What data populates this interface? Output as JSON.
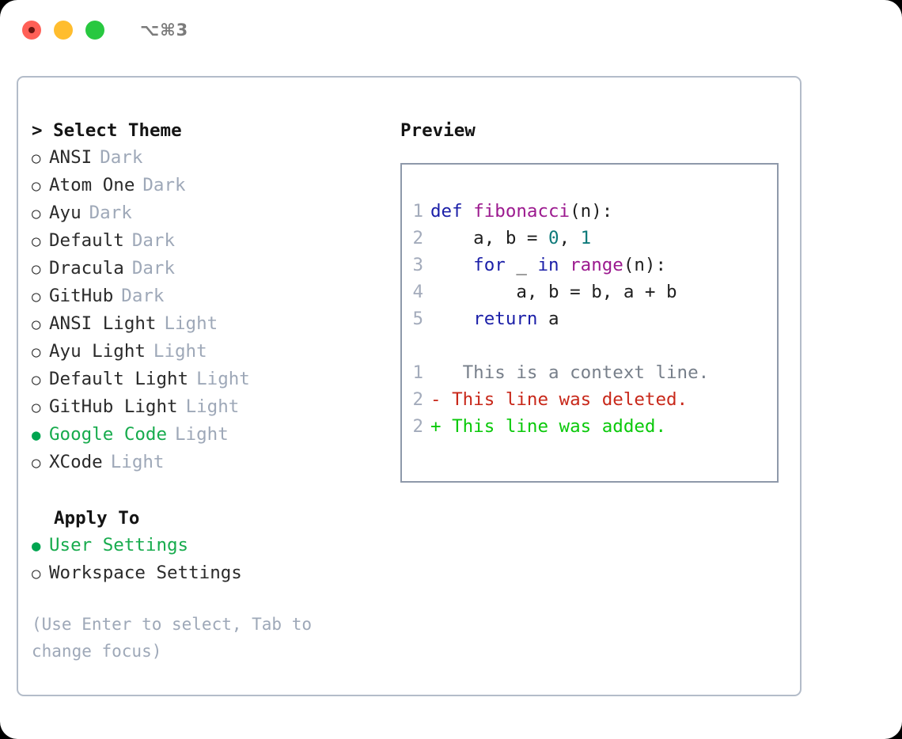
{
  "window": {
    "title": "⌥⌘3",
    "traffic_lights": [
      "close-button",
      "minimize-button",
      "maximize-button"
    ],
    "colors": {
      "close": "#ff6057",
      "minimize": "#ffbd2e",
      "maximize": "#28c840",
      "border": "#b3bcc9",
      "accent_green": "#17ab4d",
      "badge_gray": "#9ea8b8"
    }
  },
  "theme_picker": {
    "heading": "> Select Theme",
    "caret": ">",
    "heading_label": "Select Theme",
    "bullet_empty": "○",
    "bullet_filled": "●",
    "options": [
      {
        "bullet": "○",
        "label": "ANSI",
        "badge": "Dark",
        "selected": false
      },
      {
        "bullet": "○",
        "label": "Atom One",
        "badge": "Dark",
        "selected": false
      },
      {
        "bullet": "○",
        "label": "Ayu",
        "badge": "Dark",
        "selected": false
      },
      {
        "bullet": "○",
        "label": "Default",
        "badge": "Dark",
        "selected": false
      },
      {
        "bullet": "○",
        "label": "Dracula",
        "badge": "Dark",
        "selected": false
      },
      {
        "bullet": "○",
        "label": "GitHub",
        "badge": "Dark",
        "selected": false
      },
      {
        "bullet": "○",
        "label": "ANSI Light",
        "badge": "Light",
        "selected": false
      },
      {
        "bullet": "○",
        "label": "Ayu Light",
        "badge": "Light",
        "selected": false
      },
      {
        "bullet": "○",
        "label": "Default Light",
        "badge": "Light",
        "selected": false
      },
      {
        "bullet": "○",
        "label": "GitHub Light",
        "badge": "Light",
        "selected": false
      },
      {
        "bullet": "●",
        "label": "Google Code",
        "badge": "Light",
        "selected": true
      },
      {
        "bullet": "○",
        "label": "XCode",
        "badge": "Light",
        "selected": false
      }
    ]
  },
  "apply_to": {
    "heading": "Apply To",
    "options": [
      {
        "bullet": "●",
        "label": "User Settings",
        "selected": true
      },
      {
        "bullet": "○",
        "label": "Workspace Settings",
        "selected": false
      }
    ]
  },
  "hint": "(Use Enter to select, Tab to change focus)",
  "preview": {
    "title": "Preview",
    "code_lines": [
      {
        "lineno": "1",
        "tokens": [
          {
            "text": "def ",
            "type": "kw"
          },
          {
            "text": "fibonacci",
            "type": "fn"
          },
          {
            "text": "(n):",
            "type": "plain"
          }
        ]
      },
      {
        "lineno": "2",
        "tokens": [
          {
            "text": "    a, b = ",
            "type": "plain"
          },
          {
            "text": "0",
            "type": "num"
          },
          {
            "text": ", ",
            "type": "plain"
          },
          {
            "text": "1",
            "type": "num"
          }
        ]
      },
      {
        "lineno": "3",
        "tokens": [
          {
            "text": "    for ",
            "type": "kw"
          },
          {
            "text": "_ ",
            "type": "plain"
          },
          {
            "text": "in ",
            "type": "kw"
          },
          {
            "text": "range",
            "type": "fn"
          },
          {
            "text": "(n):",
            "type": "plain"
          }
        ]
      },
      {
        "lineno": "4",
        "tokens": [
          {
            "text": "        a, b = b, a + b",
            "type": "plain"
          }
        ]
      },
      {
        "lineno": "5",
        "tokens": [
          {
            "text": "    return ",
            "type": "kw"
          },
          {
            "text": "a",
            "type": "plain"
          }
        ]
      }
    ],
    "diff_lines": [
      {
        "lineno": "1",
        "marker": " ",
        "text": "  This is a context line.",
        "type": "ctx"
      },
      {
        "lineno": "2",
        "marker": "-",
        "text": " This line was deleted.",
        "type": "del"
      },
      {
        "lineno": "2",
        "marker": "+",
        "text": " This line was added.",
        "type": "add"
      }
    ]
  }
}
